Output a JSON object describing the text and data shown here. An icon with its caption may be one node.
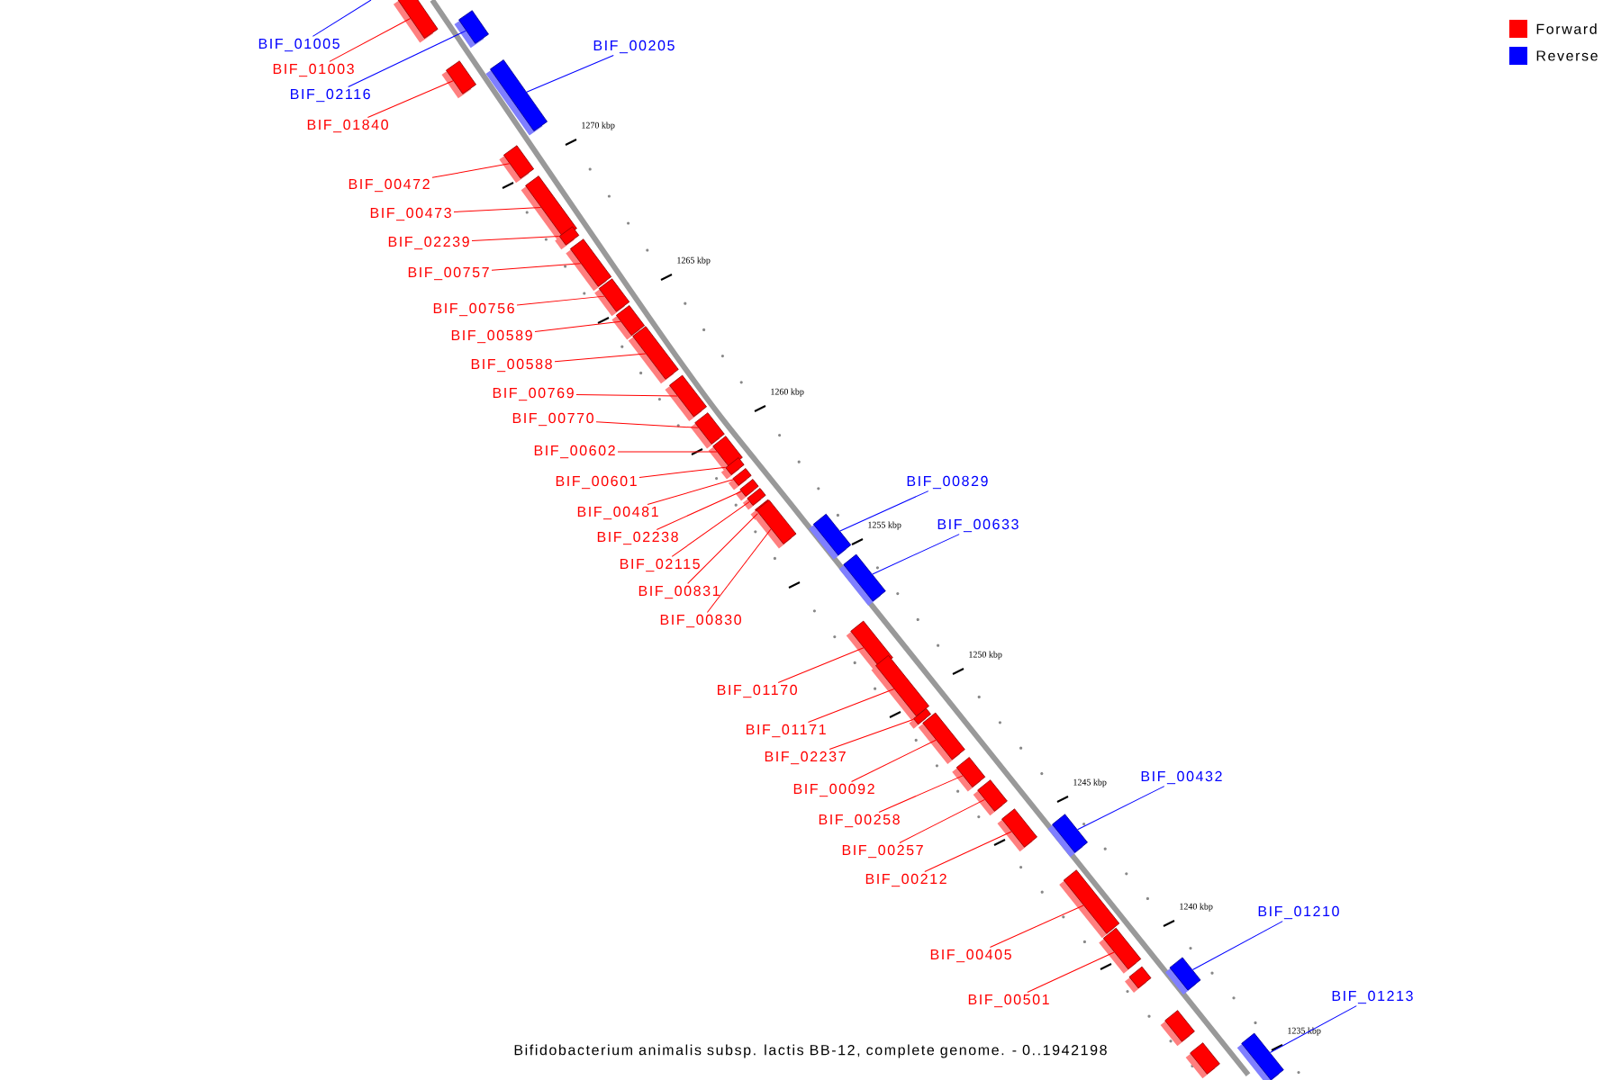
{
  "diagram": {
    "caption": "Bifidobacterium animalis subsp. lactis BB-12, complete genome. - 0..1942198",
    "nodes": [
      {
        "text": [
          "BIF_01005"
        ]
      },
      {
        "text": [
          "BIF_01003"
        ]
      },
      {
        "text": [],
        "shape": "box"
      },
      {
        "text": [
          "BIF_02116"
        ]
      },
      {
        "text": [],
        "shape": "box"
      },
      {
        "text": [
          "BIF_01840"
        ]
      },
      {
        "text": [],
        "shape": "box"
      },
      {
        "text": [
          "BIF_00205"
        ]
      },
      {
        "text": [],
        "shape": "box"
      },
      {
        "text": [
          "BIF_00472"
        ]
      },
      {
        "text": [],
        "shape": "box"
      },
      {
        "text": [
          "BIF_00473"
        ]
      },
      {
        "text": [],
        "shape": "box"
      },
      {
        "text": [
          "BIF_02239"
        ]
      },
      {
        "text": [],
        "shape": "box"
      },
      {
        "text": [
          "BIF_00757"
        ]
      },
      {
        "text": [],
        "shape": "box"
      },
      {
        "text": [
          "BIF_00756"
        ]
      },
      {
        "text": [],
        "shape": "box"
      },
      {
        "text": [
          "BIF_00589"
        ]
      },
      {
        "text": [],
        "shape": "box"
      },
      {
        "text": [
          "BIF_00588"
        ]
      },
      {
        "text": [],
        "shape": "box"
      },
      {
        "text": [
          "BIF_00769"
        ]
      },
      {
        "text": [],
        "shape": "box"
      },
      {
        "text": [
          "BIF_00770"
        ]
      },
      {
        "text": [],
        "shape": "box"
      },
      {
        "text": [
          "BIF_00602"
        ]
      },
      {
        "text": [],
        "shape": "box"
      },
      {
        "text": [
          "BIF_00601"
        ]
      },
      {
        "text": [],
        "shape": "box"
      },
      {
        "text": [
          "BIF_00481"
        ]
      },
      {
        "text": [],
        "shape": "box"
      },
      {
        "text": [
          "BIF_02238"
        ]
      },
      {
        "text": [],
        "shape": "box"
      },
      {
        "text": [
          "BIF_02115"
        ]
      },
      {
        "text": [],
        "shape": "box"
      },
      {
        "text": [
          "BIF_00831"
        ]
      },
      {
        "text": [],
        "shape": "box"
      },
      {
        "text": [
          "BIF_00830"
        ]
      },
      {
        "text": [],
        "shape": "box"
      },
      {
        "text": [
          "BIF_00829"
        ]
      },
      {
        "text": [],
        "shape": "box"
      },
      {
        "text": [
          "BIF_00633"
        ]
      },
      {
        "text": [],
        "shape": "box"
      },
      {
        "text": [
          "BIF_01170"
        ]
      },
      {
        "text": [],
        "shape": "box"
      },
      {
        "text": [
          "BIF_01171"
        ]
      },
      {
        "text": [],
        "shape": "box"
      },
      {
        "text": [
          "BIF_02237"
        ]
      },
      {
        "text": [],
        "shape": "box"
      },
      {
        "text": [
          "BIF_00092"
        ]
      },
      {
        "text": [],
        "shape": "box"
      },
      {
        "text": [
          "BIF_00258"
        ]
      },
      {
        "text": [],
        "shape": "box"
      },
      {
        "text": [
          "BIF_00257"
        ]
      },
      {
        "text": [],
        "shape": "box"
      },
      {
        "text": [
          "BIF_00212"
        ]
      },
      {
        "text": [],
        "shape": "box"
      },
      {
        "text": [
          "BIF_00432"
        ]
      },
      {
        "text": [],
        "shape": "box"
      },
      {
        "text": [
          "BIF_00405"
        ]
      },
      {
        "text": [],
        "shape": "box"
      },
      {
        "text": [
          "BIF_00501"
        ]
      },
      {
        "text": [],
        "shape": "box"
      },
      {
        "text": [
          "BIF_01210"
        ]
      },
      {
        "text": [],
        "shape": "box"
      },
      {
        "text": [
          "BIF_01213"
        ]
      },
      {
        "text": [],
        "shape": "box"
      },
      {
        "text": [],
        "shape": "box"
      },
      {
        "text": [],
        "shape": "box"
      },
      {
        "text": [],
        "shape": "box"
      }
    ],
    "edges": [
      {
        "from": 0,
        "to": null,
        "arrow": "none",
        "color": "#0000ff"
      },
      {
        "from": 1,
        "to": 2,
        "arrow": "none"
      },
      {
        "from": 3,
        "to": 4,
        "arrow": "none",
        "color": "#0000ff"
      },
      {
        "from": 5,
        "to": 6,
        "arrow": "none"
      },
      {
        "from": 7,
        "to": 8,
        "arrow": "none",
        "color": "#0000ff"
      },
      {
        "from": 9,
        "to": 10,
        "arrow": "none"
      },
      {
        "from": 11,
        "to": 12,
        "arrow": "none"
      },
      {
        "from": 13,
        "to": 14,
        "arrow": "none"
      },
      {
        "from": 15,
        "to": 16,
        "arrow": "none"
      },
      {
        "from": 17,
        "to": 18,
        "arrow": "none"
      },
      {
        "from": 19,
        "to": 20,
        "arrow": "none"
      },
      {
        "from": 21,
        "to": 22,
        "arrow": "none"
      },
      {
        "from": 23,
        "to": 24,
        "arrow": "none"
      },
      {
        "from": 25,
        "to": 26,
        "arrow": "none"
      },
      {
        "from": 27,
        "to": 28,
        "arrow": "none"
      },
      {
        "from": 29,
        "to": 30,
        "arrow": "none"
      },
      {
        "from": 31,
        "to": 32,
        "arrow": "none"
      },
      {
        "from": 33,
        "to": 34,
        "arrow": "none"
      },
      {
        "from": 35,
        "to": 36,
        "arrow": "none"
      },
      {
        "from": 37,
        "to": 38,
        "arrow": "none"
      },
      {
        "from": 39,
        "to": 40,
        "arrow": "none"
      },
      {
        "from": 41,
        "to": 42,
        "arrow": "none",
        "color": "#0000ff"
      },
      {
        "from": 43,
        "to": 44,
        "arrow": "none",
        "color": "#0000ff"
      },
      {
        "from": 45,
        "to": 46,
        "arrow": "none"
      },
      {
        "from": 47,
        "to": 48,
        "arrow": "none"
      },
      {
        "from": 49,
        "to": 50,
        "arrow": "none"
      },
      {
        "from": 51,
        "to": 52,
        "arrow": "none"
      },
      {
        "from": 53,
        "to": 54,
        "arrow": "none"
      },
      {
        "from": 55,
        "to": 56,
        "arrow": "none"
      },
      {
        "from": 57,
        "to": 58,
        "arrow": "none"
      },
      {
        "from": 59,
        "to": 60,
        "arrow": "none",
        "color": "#0000ff"
      },
      {
        "from": 61,
        "to": 62,
        "arrow": "none"
      },
      {
        "from": 63,
        "to": 64,
        "arrow": "none"
      },
      {
        "from": 65,
        "to": 66,
        "arrow": "none",
        "color": "#0000ff"
      },
      {
        "from": 67,
        "to": 68,
        "arrow": "none",
        "color": "#0000ff"
      }
    ],
    "labels": [
      "1270 kbp",
      "1265 kbp",
      "1260 kbp",
      "1255 kbp",
      "1250 kbp",
      "1245 kbp",
      "1240 kbp",
      "1235 kbp"
    ],
    "legend": [
      {
        "text": "Forward",
        "color": "#ff0000"
      },
      {
        "text": "Reverse",
        "color": "#0000ff"
      }
    ]
  }
}
